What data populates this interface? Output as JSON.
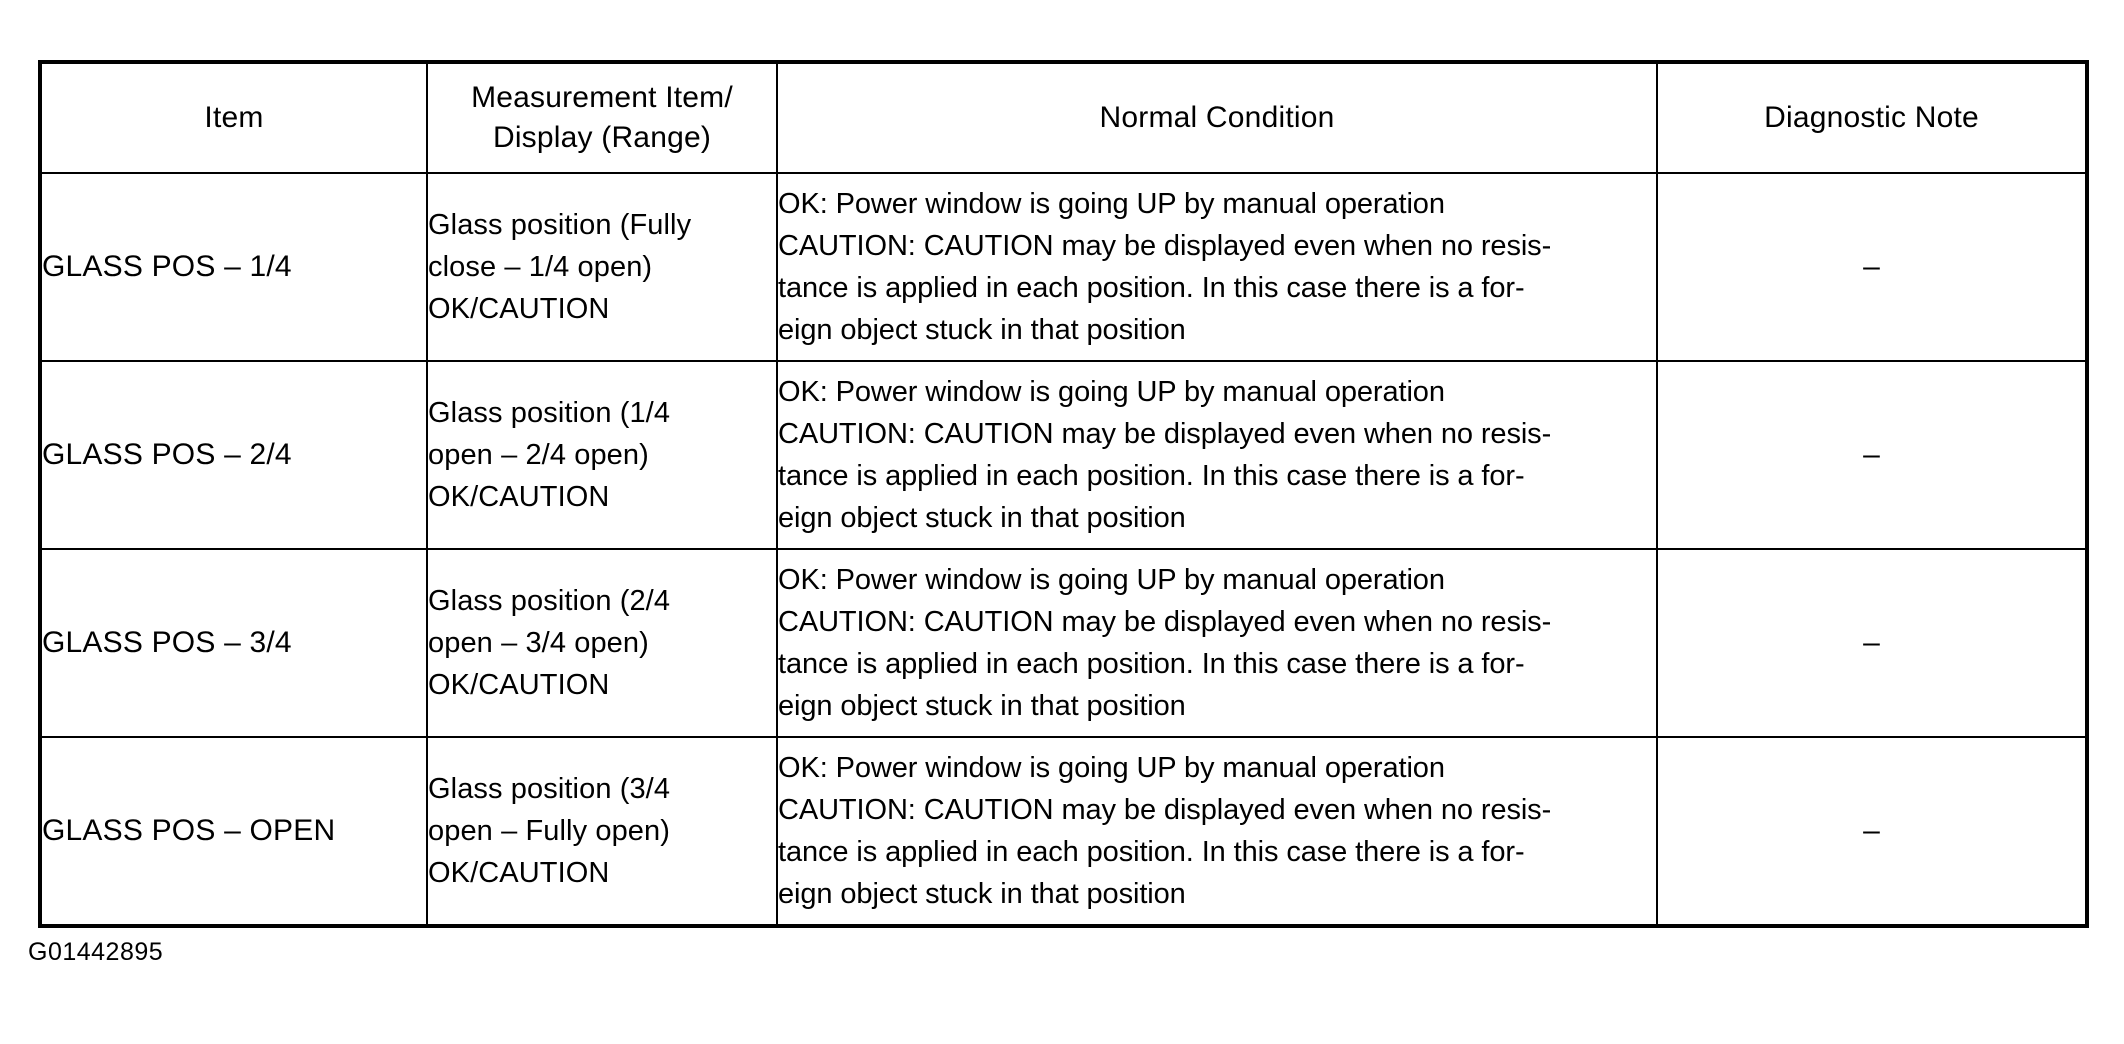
{
  "document": {
    "figure_id": "G01442895"
  },
  "table": {
    "headers": [
      {
        "label": "Item"
      },
      {
        "label_lines": [
          "Measurement Item/",
          "Display (Range)"
        ]
      },
      {
        "label": "Normal Condition"
      },
      {
        "label": "Diagnostic Note"
      }
    ],
    "header_labels": {
      "item": "Item",
      "measurement_line1": "Measurement Item/",
      "measurement_line2": "Display (Range)",
      "normal_condition": "Normal Condition",
      "diagnostic_note": "Diagnostic Note"
    },
    "rows": [
      {
        "item": "GLASS POS – 1/4",
        "measurement_lines": [
          "Glass position (Fully",
          "close – 1/4 open)",
          "OK/CAUTION"
        ],
        "normal_condition_lines": [
          "OK: Power window is going UP by manual operation",
          "CAUTION: CAUTION may be displayed even when no resis-",
          "tance is applied in each position. In this case there is a for-",
          "eign object stuck in that position"
        ],
        "diagnostic_note": "–"
      },
      {
        "item": "GLASS POS – 2/4",
        "measurement_lines": [
          "Glass position (1/4",
          "open – 2/4 open)",
          "OK/CAUTION"
        ],
        "normal_condition_lines": [
          "OK: Power window is going UP by manual operation",
          "CAUTION: CAUTION may be displayed even when no resis-",
          "tance is applied in each position. In this case there is a for-",
          "eign object stuck in that position"
        ],
        "diagnostic_note": "–"
      },
      {
        "item": "GLASS POS – 3/4",
        "measurement_lines": [
          "Glass position (2/4",
          "open – 3/4 open)",
          "OK/CAUTION"
        ],
        "normal_condition_lines": [
          "OK: Power window is going UP by manual operation",
          "CAUTION: CAUTION may be displayed even when no resis-",
          "tance is applied in each position. In this case there is a for-",
          "eign object stuck in that position"
        ],
        "diagnostic_note": "–"
      },
      {
        "item": "GLASS POS – OPEN",
        "measurement_lines": [
          "Glass position (3/4",
          "open – Fully open)",
          "OK/CAUTION"
        ],
        "normal_condition_lines": [
          "OK: Power window is going UP by manual operation",
          "CAUTION: CAUTION may be displayed even when no resis-",
          "tance is applied in each position. In this case there is a for-",
          "eign object stuck in that position"
        ],
        "diagnostic_note": "–"
      }
    ]
  },
  "colors": {
    "ink": "#000000",
    "paper": "#ffffff"
  }
}
